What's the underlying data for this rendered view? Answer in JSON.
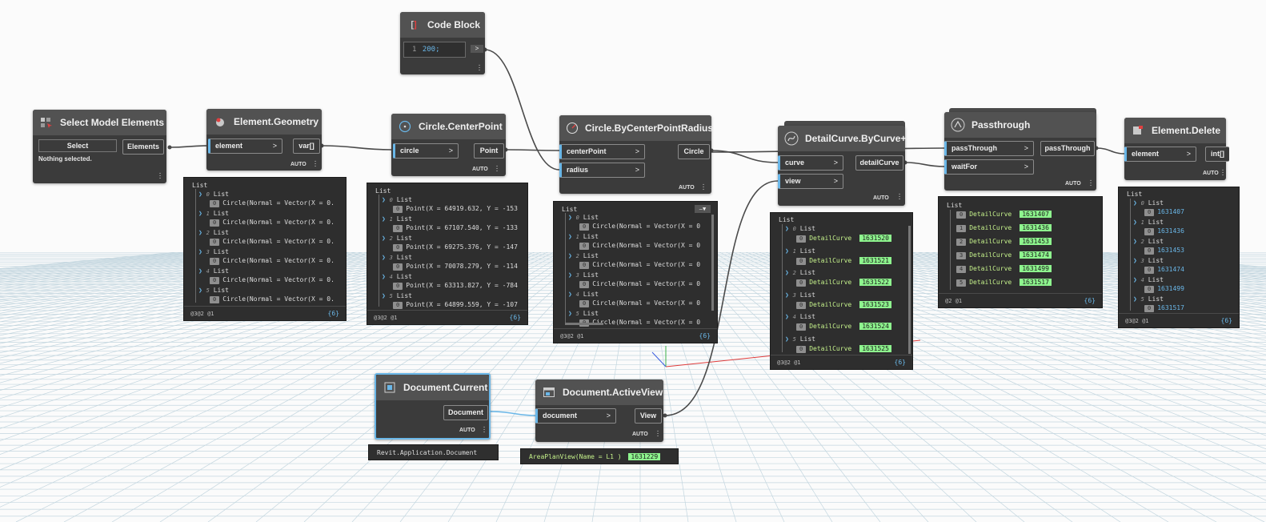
{
  "nodes": {
    "select_model_elements": {
      "title": "Select Model Elements",
      "select_label": "Select",
      "output": "Elements",
      "status": "Nothing selected."
    },
    "element_geometry": {
      "title": "Element.Geometry",
      "input": "element",
      "output": "var[]",
      "lacing": "AUTO"
    },
    "code_block": {
      "title": "Code Block",
      "line_no": "1",
      "code": "200;",
      "output": ">"
    },
    "circle_centerpoint": {
      "title": "Circle.CenterPoint",
      "input": "circle",
      "output": "Point",
      "lacing": "AUTO"
    },
    "circle_bycenterpointradius": {
      "title": "Circle.ByCenterPointRadius",
      "inputs": [
        "centerPoint",
        "radius"
      ],
      "output": "Circle",
      "lacing": "AUTO"
    },
    "detailcurve_bycurve": {
      "title": "DetailCurve.ByCurve+",
      "inputs": [
        "curve",
        "view"
      ],
      "output": "detailCurve",
      "lacing": "AUTO"
    },
    "passthrough": {
      "title": "Passthrough",
      "inputs": [
        "passThrough",
        "waitFor"
      ],
      "output": "passThrough",
      "lacing": "AUTO"
    },
    "element_delete": {
      "title": "Element.Delete",
      "input": "element",
      "output": "int[]",
      "lacing": "AUTO"
    },
    "document_current": {
      "title": "Document.Current",
      "output": "Document",
      "lacing": "AUTO"
    },
    "document_activeview": {
      "title": "Document.ActiveView",
      "input": "document",
      "output": "View",
      "lacing": "AUTO"
    }
  },
  "previews": {
    "geometry": {
      "header": "List",
      "items": [
        {
          "index": "0",
          "label": "List",
          "sub": "0",
          "value": "Circle(Normal = Vector(X = 0."
        },
        {
          "index": "1",
          "label": "List",
          "sub": "0",
          "value": "Circle(Normal = Vector(X = 0."
        },
        {
          "index": "2",
          "label": "List",
          "sub": "0",
          "value": "Circle(Normal = Vector(X = 0."
        },
        {
          "index": "3",
          "label": "List",
          "sub": "0",
          "value": "Circle(Normal = Vector(X = 0."
        },
        {
          "index": "4",
          "label": "List",
          "sub": "0",
          "value": "Circle(Normal = Vector(X = 0."
        },
        {
          "index": "5",
          "label": "List",
          "sub": "0",
          "value": "Circle(Normal = Vector(X = 0."
        }
      ],
      "levels": "@3@2 @1",
      "count": "{6}"
    },
    "centerpoint": {
      "header": "List",
      "items": [
        {
          "index": "0",
          "label": "List",
          "sub": "0",
          "value": "Point(X = 64919.632, Y = -153"
        },
        {
          "index": "1",
          "label": "List",
          "sub": "0",
          "value": "Point(X = 67107.540, Y = -133"
        },
        {
          "index": "2",
          "label": "List",
          "sub": "0",
          "value": "Point(X = 69275.376, Y = -147"
        },
        {
          "index": "3",
          "label": "List",
          "sub": "0",
          "value": "Point(X = 70078.279, Y = -114"
        },
        {
          "index": "4",
          "label": "List",
          "sub": "0",
          "value": "Point(X = 63313.827, Y = -784"
        },
        {
          "index": "5",
          "label": "List",
          "sub": "0",
          "value": "Point(X = 64899.559, Y = -107"
        }
      ],
      "levels": "@3@2 @1",
      "count": "{6}"
    },
    "bycenterpoint": {
      "header": "List",
      "items": [
        {
          "index": "0",
          "label": "List",
          "sub": "0",
          "value": "Circle(Normal = Vector(X = 0"
        },
        {
          "index": "1",
          "label": "List",
          "sub": "0",
          "value": "Circle(Normal = Vector(X = 0"
        },
        {
          "index": "2",
          "label": "List",
          "sub": "0",
          "value": "Circle(Normal = Vector(X = 0"
        },
        {
          "index": "3",
          "label": "List",
          "sub": "0",
          "value": "Circle(Normal = Vector(X = 0"
        },
        {
          "index": "4",
          "label": "List",
          "sub": "0",
          "value": "Circle(Normal = Vector(X = 0"
        },
        {
          "index": "5",
          "label": "List",
          "sub": "0",
          "value": "Circle(Normal = Vector(X = 0"
        }
      ],
      "levels": "@3@2 @1",
      "count": "{6}"
    },
    "detailcurve": {
      "header": "List",
      "items": [
        {
          "index": "0",
          "label": "List",
          "sub": "0",
          "name": "DetailCurve",
          "id": "1631520"
        },
        {
          "index": "1",
          "label": "List",
          "sub": "0",
          "name": "DetailCurve",
          "id": "1631521"
        },
        {
          "index": "2",
          "label": "List",
          "sub": "0",
          "name": "DetailCurve",
          "id": "1631522"
        },
        {
          "index": "3",
          "label": "List",
          "sub": "0",
          "name": "DetailCurve",
          "id": "1631523"
        },
        {
          "index": "4",
          "label": "List",
          "sub": "0",
          "name": "DetailCurve",
          "id": "1631524"
        },
        {
          "index": "5",
          "label": "List",
          "sub": "0",
          "name": "DetailCurve",
          "id": "1631525"
        }
      ],
      "levels": "@3@2 @1",
      "count": "{6}"
    },
    "passthrough": {
      "header": "List",
      "items": [
        {
          "index": "0",
          "name": "DetailCurve",
          "id": "1631407"
        },
        {
          "index": "1",
          "name": "DetailCurve",
          "id": "1631436"
        },
        {
          "index": "2",
          "name": "DetailCurve",
          "id": "1631453"
        },
        {
          "index": "3",
          "name": "DetailCurve",
          "id": "1631474"
        },
        {
          "index": "4",
          "name": "DetailCurve",
          "id": "1631499"
        },
        {
          "index": "5",
          "name": "DetailCurve",
          "id": "1631517"
        }
      ],
      "levels": "@2 @1",
      "count": "{6}"
    },
    "delete": {
      "header": "List",
      "items": [
        {
          "index": "0",
          "label": "List",
          "sub": "0",
          "value": "1631407"
        },
        {
          "index": "1",
          "label": "List",
          "sub": "0",
          "value": "1631436"
        },
        {
          "index": "2",
          "label": "List",
          "sub": "0",
          "value": "1631453"
        },
        {
          "index": "3",
          "label": "List",
          "sub": "0",
          "value": "1631474"
        },
        {
          "index": "4",
          "label": "List",
          "sub": "0",
          "value": "1631499"
        },
        {
          "index": "5",
          "label": "List",
          "sub": "0",
          "value": "1631517"
        }
      ],
      "levels": "@3@2 @1",
      "count": "{6}"
    },
    "document_current": {
      "value": "Revit.Application.Document"
    },
    "document_activeview": {
      "value": "AreaPlanView(Name = L1 )",
      "id": "1631229"
    }
  },
  "colors": {
    "wire": "#4a4a4a",
    "port_accent": "#6ab7e8",
    "node_body": "#3b3b3b",
    "node_header": "#525252",
    "id_highlight": "#8ef58e",
    "axis_red": "#e03b3b",
    "axis_green": "#3bb04a",
    "axis_blue": "#3b5fe0"
  },
  "icons": [
    "select-model-elements-icon",
    "element-geometry-icon",
    "code-block-icon",
    "circle-centerpoint-icon",
    "circle-bycenterpointradius-icon",
    "detailcurve-icon",
    "passthrough-icon",
    "element-delete-icon",
    "document-current-icon",
    "document-activeview-icon",
    "pin-icon",
    "more-icon"
  ]
}
